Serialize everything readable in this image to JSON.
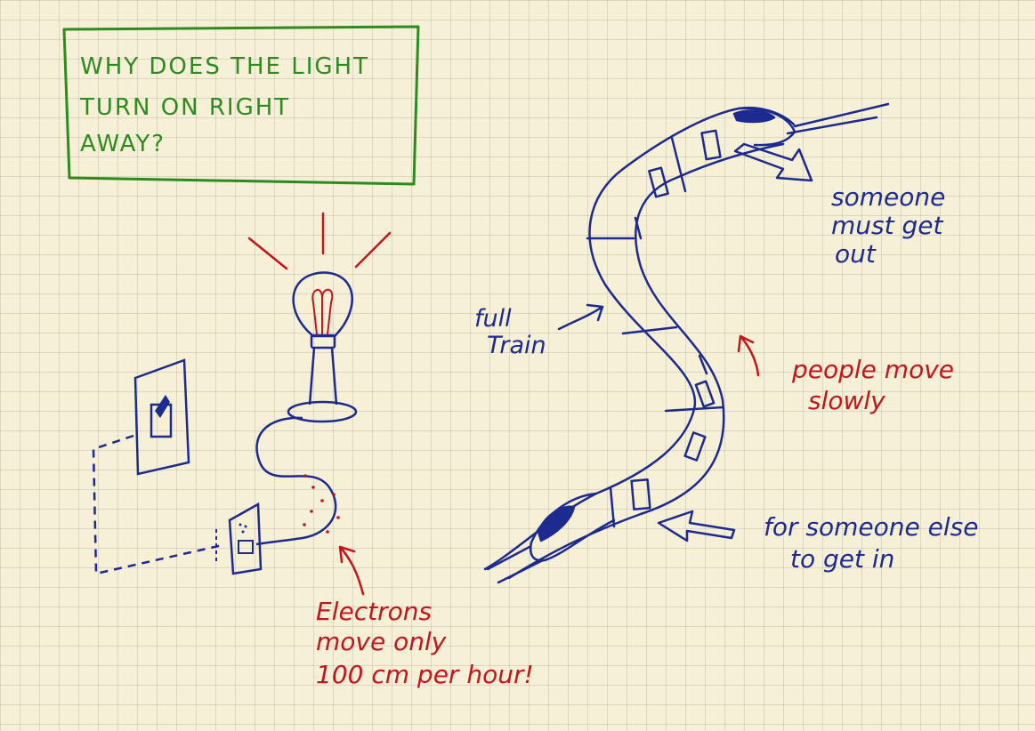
{
  "title": {
    "lines": [
      "WHY DOES THE LIGHT",
      "TURN ON RIGHT",
      "AWAY?"
    ]
  },
  "labels": {
    "full_train": [
      "full",
      "Train"
    ],
    "someone_out": [
      "someone",
      "must get",
      "out"
    ],
    "people_move": [
      "people move",
      "slowly"
    ],
    "someone_in": [
      "for someone else",
      "to get in"
    ],
    "electrons": [
      "Electrons",
      "move only",
      "100 cm per hour!"
    ]
  },
  "colors": {
    "title": "#2f8a1f",
    "blue": "#1d2a8f",
    "red": "#c4141c",
    "paper": "#f6f0d7"
  }
}
